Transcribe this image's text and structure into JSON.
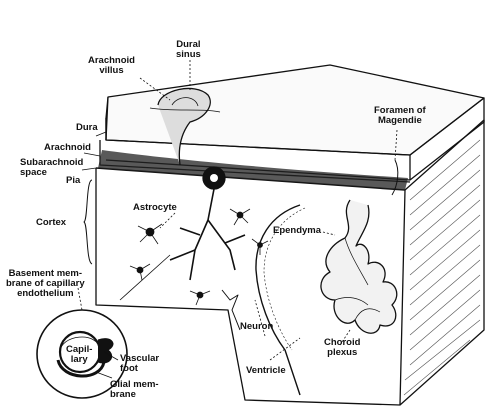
{
  "labels": {
    "dural_sinus": "Dural\nsinus",
    "arachnoid_villus": "Arachnoid\nvillus",
    "dura": "Dura",
    "arachnoid": "Arachnoid",
    "foramen_of_magendie": "Foramen of\nMagendie",
    "subarachnoid_space": "Subarachnoid\nspace",
    "pia": "Pia",
    "astrocyte": "Astrocyte",
    "cortex": "Cortex",
    "ependyma": "Ependyma",
    "basement_membrane": "Basement mem-\nbrane of capillary\nendothelium",
    "neuron": "Neuron",
    "choroid_plexus": "Choroid\nplexus",
    "capillary": "Capil-\nlary",
    "vascular_foot": "Vascular\nfoot",
    "glial_membrane": "Glial mem-\nbrane",
    "ventricle": "Ventricle"
  },
  "colors": {
    "ink": "#111111",
    "paper": "#ffffff",
    "shade": "#555555"
  }
}
